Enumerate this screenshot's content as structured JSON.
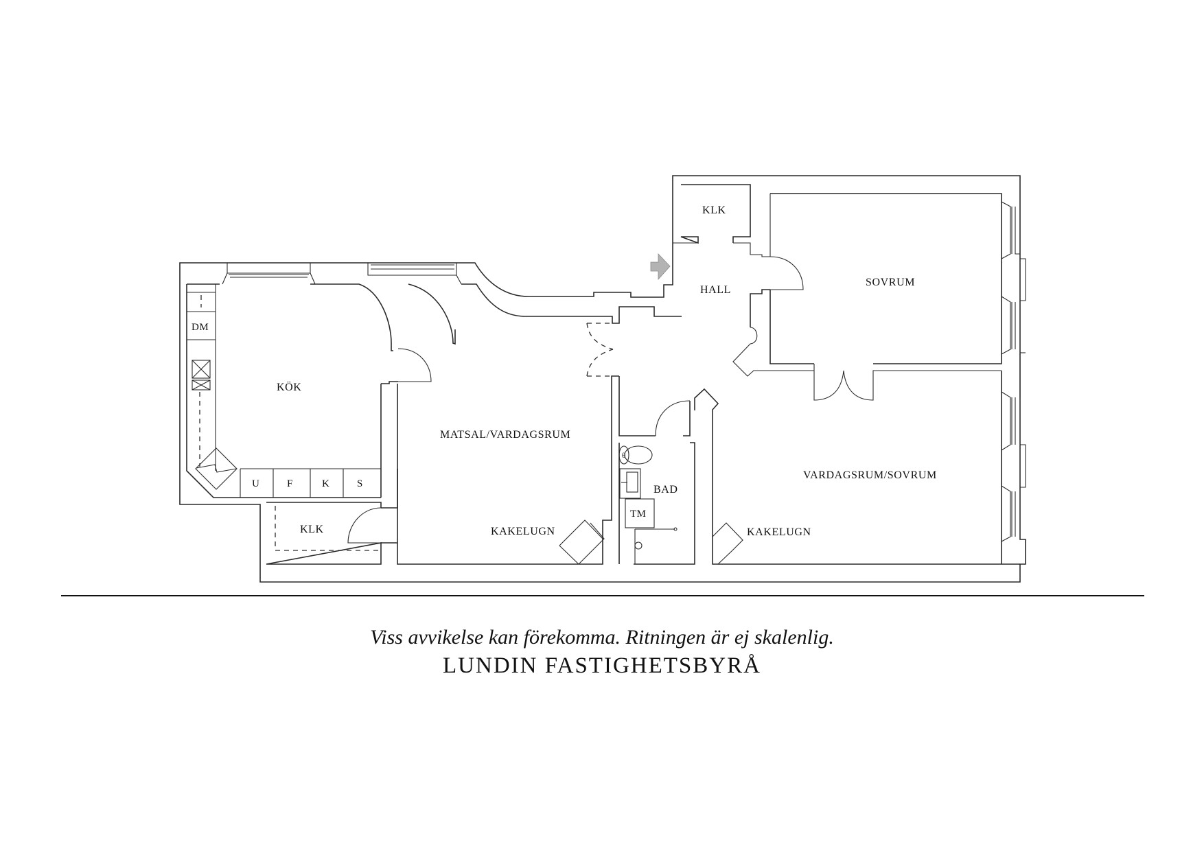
{
  "floorplan": {
    "rooms": {
      "kitchen": "KÖK",
      "dining_living": "MATSAL/VARDAGSRUM",
      "hall": "HALL",
      "closet_hall": "KLK",
      "closet_kitchen": "KLK",
      "bedroom": "SOVRUM",
      "living_bedroom": "VARDAGSRUM/SOVRUM",
      "bathroom": "BAD"
    },
    "fixtures": {
      "dishwasher": "DM",
      "oven": "U",
      "freezer": "F",
      "fridge": "K",
      "pantry": "S",
      "washing_machine": "TM",
      "tile_stove_1": "KAKELUGN",
      "tile_stove_2": "KAKELUGN"
    },
    "entrance_arrow_color": "#b3b3b3"
  },
  "footer": {
    "disclaimer": "Viss avvikelse kan förekomma. Ritningen är ej skalenlig.",
    "brand": "LUNDIN FASTIGHETSBYRÅ"
  }
}
